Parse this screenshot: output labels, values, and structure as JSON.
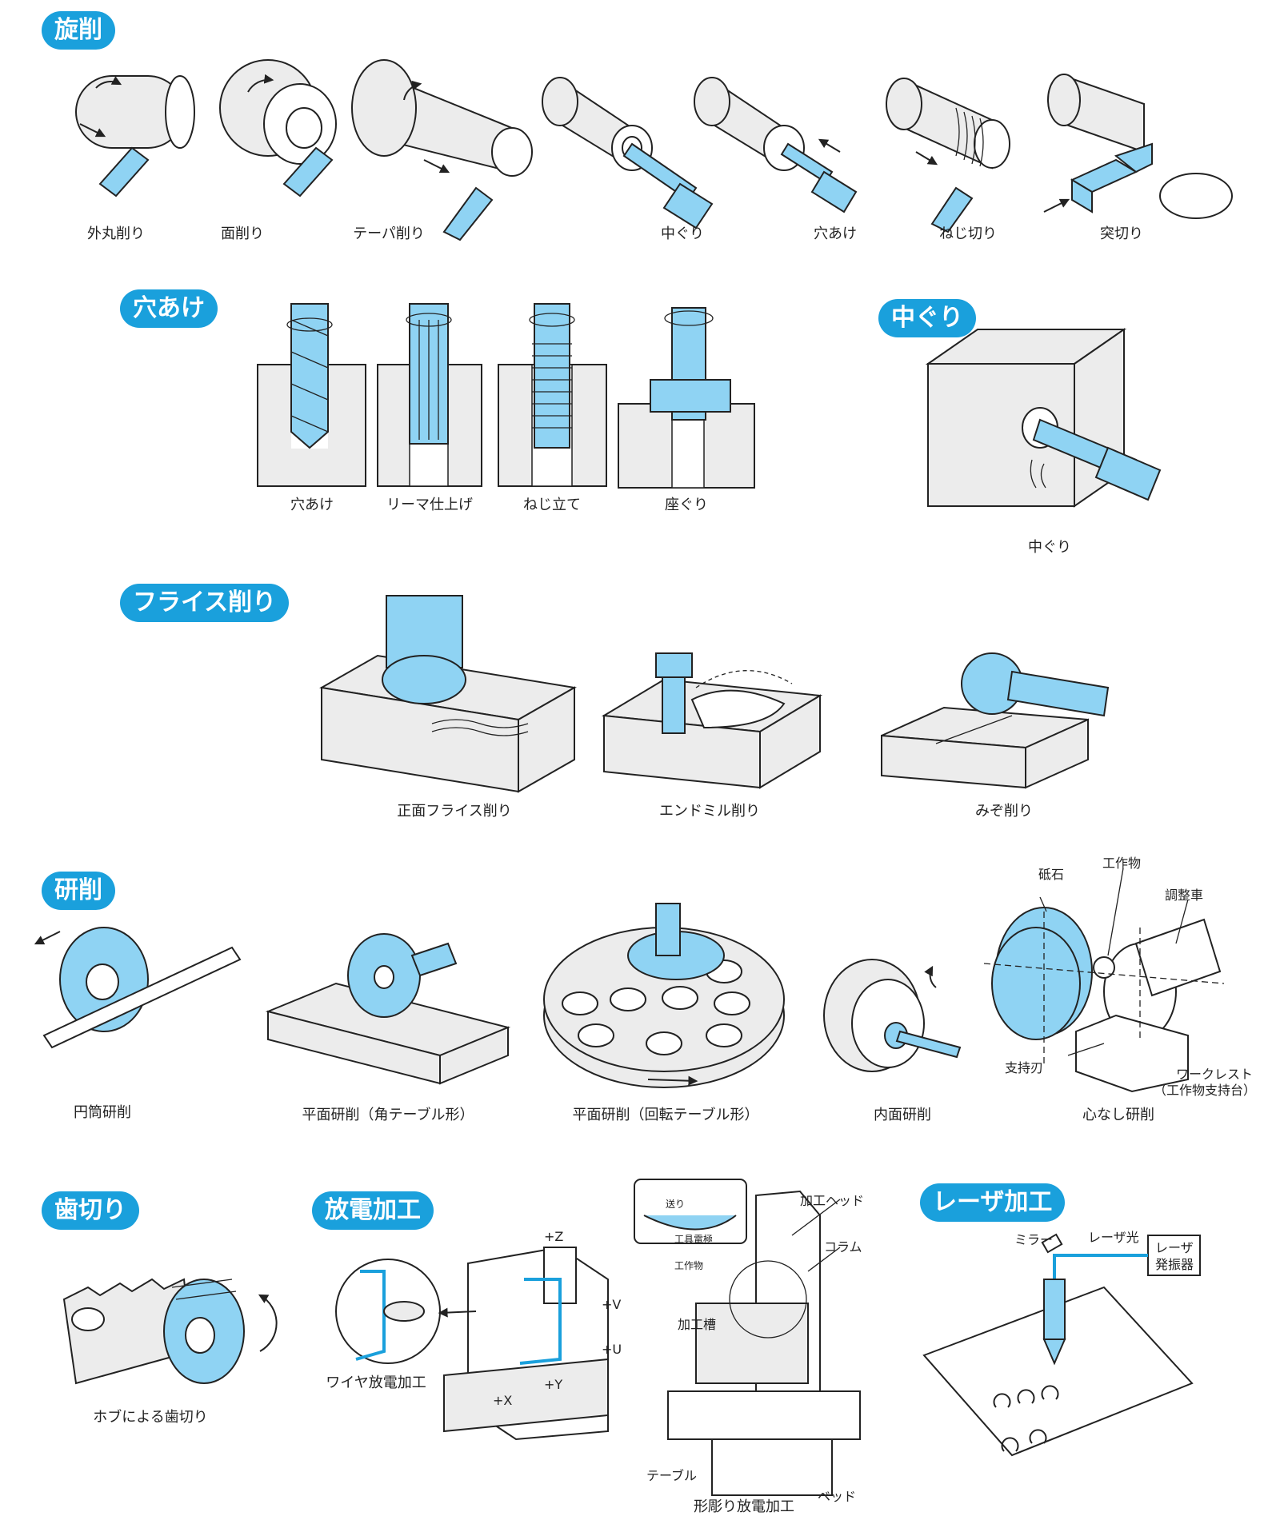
{
  "colors": {
    "accent": "#1aa0dc",
    "tool": "#8fd3f3",
    "workpiece": "#ececec",
    "outline": "#222222"
  },
  "sections": {
    "turning": {
      "title": "旋削",
      "items": [
        "外丸削り",
        "面削り",
        "テーパ削り",
        "中ぐり",
        "穴あけ",
        "ねじ切り",
        "突切り"
      ]
    },
    "drilling": {
      "title": "穴あけ",
      "items": [
        "穴あけ",
        "リーマ仕上げ",
        "ねじ立て",
        "座ぐり"
      ]
    },
    "boring": {
      "title": "中ぐり",
      "items": [
        "中ぐり"
      ]
    },
    "milling": {
      "title": "フライス削り",
      "items": [
        "正面フライス削り",
        "エンドミル削り",
        "みぞ削り"
      ]
    },
    "grinding": {
      "title": "研削",
      "items": [
        "円筒研削",
        "平面研削（角テーブル形）",
        "平面研削（回転テーブル形）",
        "内面研削",
        "心なし研削"
      ],
      "centerless_labels": [
        "砥石",
        "工作物",
        "調整車",
        "支持刃",
        "ワークレスト",
        "（工作物支持台）"
      ]
    },
    "gear": {
      "title": "歯切り",
      "items": [
        "ホブによる歯切り"
      ]
    },
    "edm": {
      "title": "放電加工",
      "items": [
        "ワイヤ放電加工",
        "形彫り放電加工"
      ],
      "wire_axes": [
        "+Z",
        "+V",
        "+U",
        "+Y",
        "+X"
      ],
      "sinker_labels": [
        "加工ヘッド",
        "コラム",
        "加工槽",
        "テーブル",
        "ベッド"
      ],
      "inset_labels": [
        "送り",
        "工具電極",
        "工作物"
      ]
    },
    "laser": {
      "title": "レーザ加工",
      "labels": [
        "ミラー",
        "レーザ光",
        "レーザ",
        "発振器"
      ]
    }
  }
}
